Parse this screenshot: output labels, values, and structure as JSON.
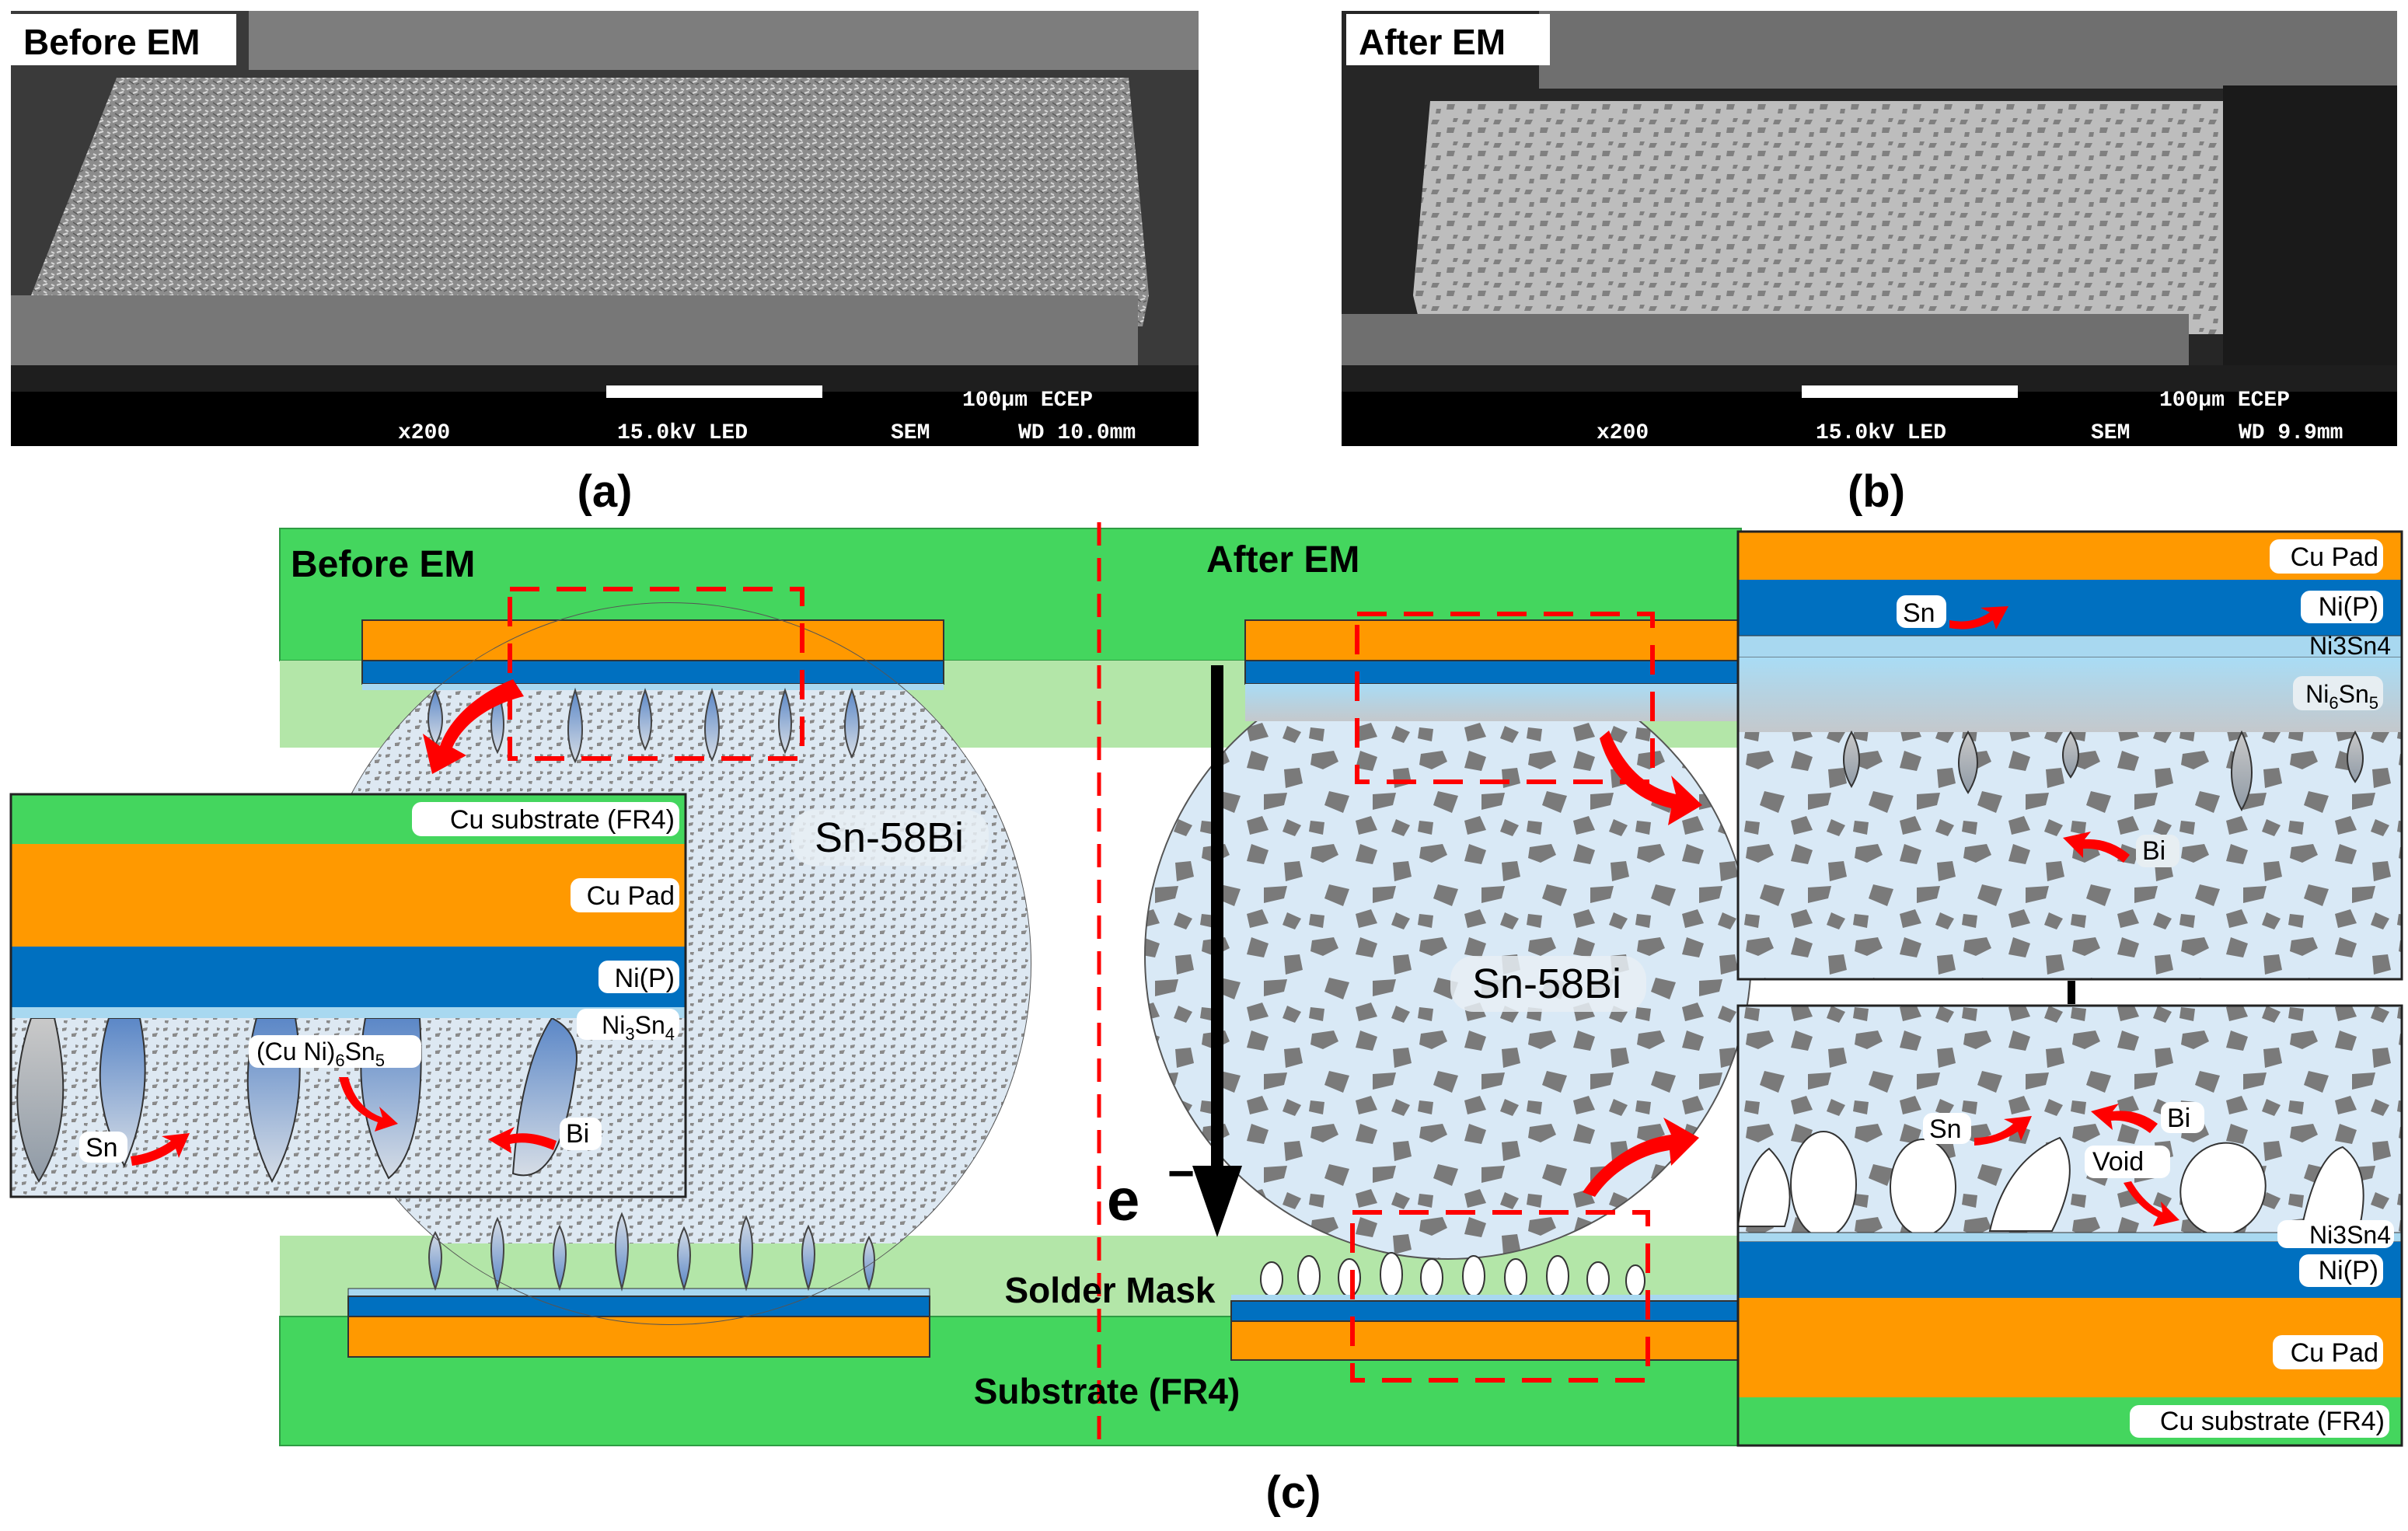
{
  "sem_a": {
    "tag": "Before EM",
    "scale_label": "100µm ECEP",
    "mag": "x200",
    "kv": "15.0kV LED",
    "mode": "SEM",
    "wd": "WD 10.0mm",
    "caption": "(a)"
  },
  "sem_b": {
    "tag": "After EM",
    "scale_label": "100µm ECEP",
    "mag": "x200",
    "kv": "15.0kV LED",
    "mode": "SEM",
    "wd": "WD 9.9mm",
    "caption": "(b)"
  },
  "schematic": {
    "before_title": "Before EM",
    "after_title": "After EM",
    "alloy_left": "Sn-58Bi",
    "alloy_right": "Sn-58Bi",
    "solder_mask": "Solder Mask",
    "substrate": "Substrate (FR4)",
    "electron": "e",
    "caption": "(c)"
  },
  "inset_left": {
    "cu_substrate": "Cu substrate (FR4)",
    "cu_pad": "Cu Pad",
    "nip": "Ni(P)",
    "ni3sn4_base": "Ni",
    "ni3sn4_sub1": "3",
    "ni3sn4_mid": "Sn",
    "ni3sn4_sub2": "4",
    "imc_a": "(Cu Ni)",
    "imc_sub1": "6",
    "imc_b": "Sn",
    "imc_sub2": "5",
    "sn": "Sn",
    "bi": "Bi"
  },
  "inset_top_right": {
    "cu_pad": "Cu Pad",
    "nip": "Ni(P)",
    "ni3sn4": "Ni3Sn4",
    "ni6sn5_a": "Ni",
    "ni6sn5_sub1": "6",
    "ni6sn5_b": "Sn",
    "ni6sn5_sub2": "5",
    "sn": "Sn",
    "bi": "Bi"
  },
  "inset_bottom_right": {
    "sn": "Sn",
    "bi": "Bi",
    "void": "Void",
    "ni3sn4": "Ni3Sn4",
    "nip": "Ni(P)",
    "cu_pad": "Cu Pad",
    "cu_substrate": "Cu substrate (FR4)"
  },
  "colors": {
    "green": "#44d65e",
    "light_green": "#b3e6a8",
    "orange": "#ff9900",
    "blue": "#0070c0",
    "light_blue": "#a8d8f0",
    "solder": "#dbe9f5",
    "bi_phase": "#6f6f6f",
    "arrow_red": "#ff0000"
  }
}
